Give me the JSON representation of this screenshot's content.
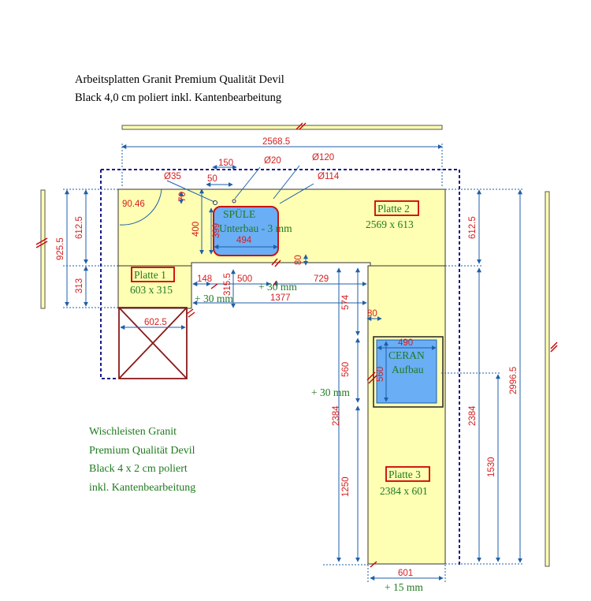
{
  "title_line1": "Arbeitsplatten Granit Premium Qualität Devil",
  "title_line2": "Black 4,0 cm poliert inkl. Kantenbearbeitung",
  "wischleisten": {
    "line1": "Wischleisten Granit",
    "line2": "Premium Qualität Devil",
    "line3": "Black 4 x 2 cm poliert",
    "line4": "inkl. Kantenbearbeitung"
  },
  "plates": {
    "p1": {
      "name": "Platte 1",
      "size": "603 x 315"
    },
    "p2": {
      "name": "Platte 2",
      "size": "2569 x 613"
    },
    "p3": {
      "name": "Platte 3",
      "size": "2384 x 601"
    }
  },
  "sink": {
    "line1": "SPÜLE",
    "line2": "Unterbau - 3 mm"
  },
  "hob": {
    "line1": "CERAN",
    "line2": "Aufbau"
  },
  "extras": {
    "plus30_upper": "+ 30 mm",
    "plus30_mid": "+ 30 mm",
    "plus30_left": "+ 30 mm",
    "plus15": "+ 15 mm"
  },
  "dims": {
    "top_total": "2568.5",
    "d150": "150",
    "d50": "50",
    "d70": "70",
    "d35": "Ø35",
    "d20": "Ø20",
    "d120": "Ø120",
    "d114": "Ø114",
    "angle": "90.46",
    "d400": "400",
    "d399": "399",
    "d494": "494",
    "left_6125": "612.5",
    "left_9255": "925.5",
    "left_313": "313",
    "right_6125": "612.5",
    "right_29965": "2996.5",
    "d80a": "80",
    "d148": "148",
    "d3155": "315.5",
    "d500": "500",
    "d729": "729",
    "d1377": "1377",
    "d6025": "602.5",
    "d574": "574",
    "d80b": "80",
    "d490": "490",
    "d560a": "560",
    "d560b": "560",
    "d2384a": "2384",
    "d2384b": "2384",
    "d1250": "1250",
    "d1530": "1530",
    "d601": "601"
  },
  "colors": {
    "countertop": "#ffffb4",
    "cutout": "#6aaef5",
    "dimension_text": "#d42020",
    "dimension_line": "#1f5fa8",
    "label_box": "#cc0000"
  }
}
